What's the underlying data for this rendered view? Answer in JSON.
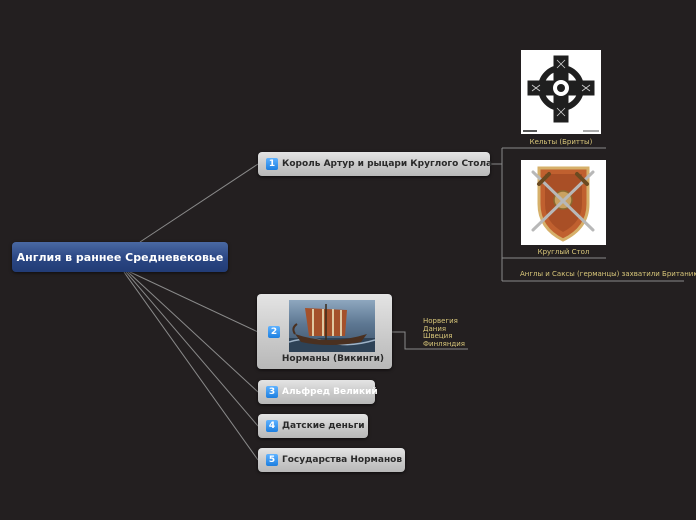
{
  "root": {
    "label": "Англия в раннее Средневековье"
  },
  "topics": [
    {
      "num": "1",
      "label": "Король Артур и рыцари Круглого Стола"
    },
    {
      "num": "2",
      "label": "Норманы (Викинги)"
    },
    {
      "num": "3",
      "label": "Альфред Великий"
    },
    {
      "num": "4",
      "label": "Датские деньги"
    },
    {
      "num": "5",
      "label": "Государства Норманов"
    }
  ],
  "topic1_children": {
    "celts_caption": "Кельты (Бритты)",
    "table_caption": "Круглый Стол",
    "saxons_text": "Англы и Саксы (германцы) захватили Британию"
  },
  "topic2_children": [
    "Норвегия",
    "Дания",
    "Швеция",
    "Финляндия"
  ],
  "colors": {
    "background": "#231f20",
    "root_fill": "#2a4683",
    "node_fill": "#c9c9c9",
    "badge": "#1d7fe0",
    "caption_text": "#d9c77a",
    "link_line": "#8a8a8a"
  },
  "icons": [
    "celtic-cross-image",
    "shield-swords-image",
    "viking-ship-image"
  ]
}
